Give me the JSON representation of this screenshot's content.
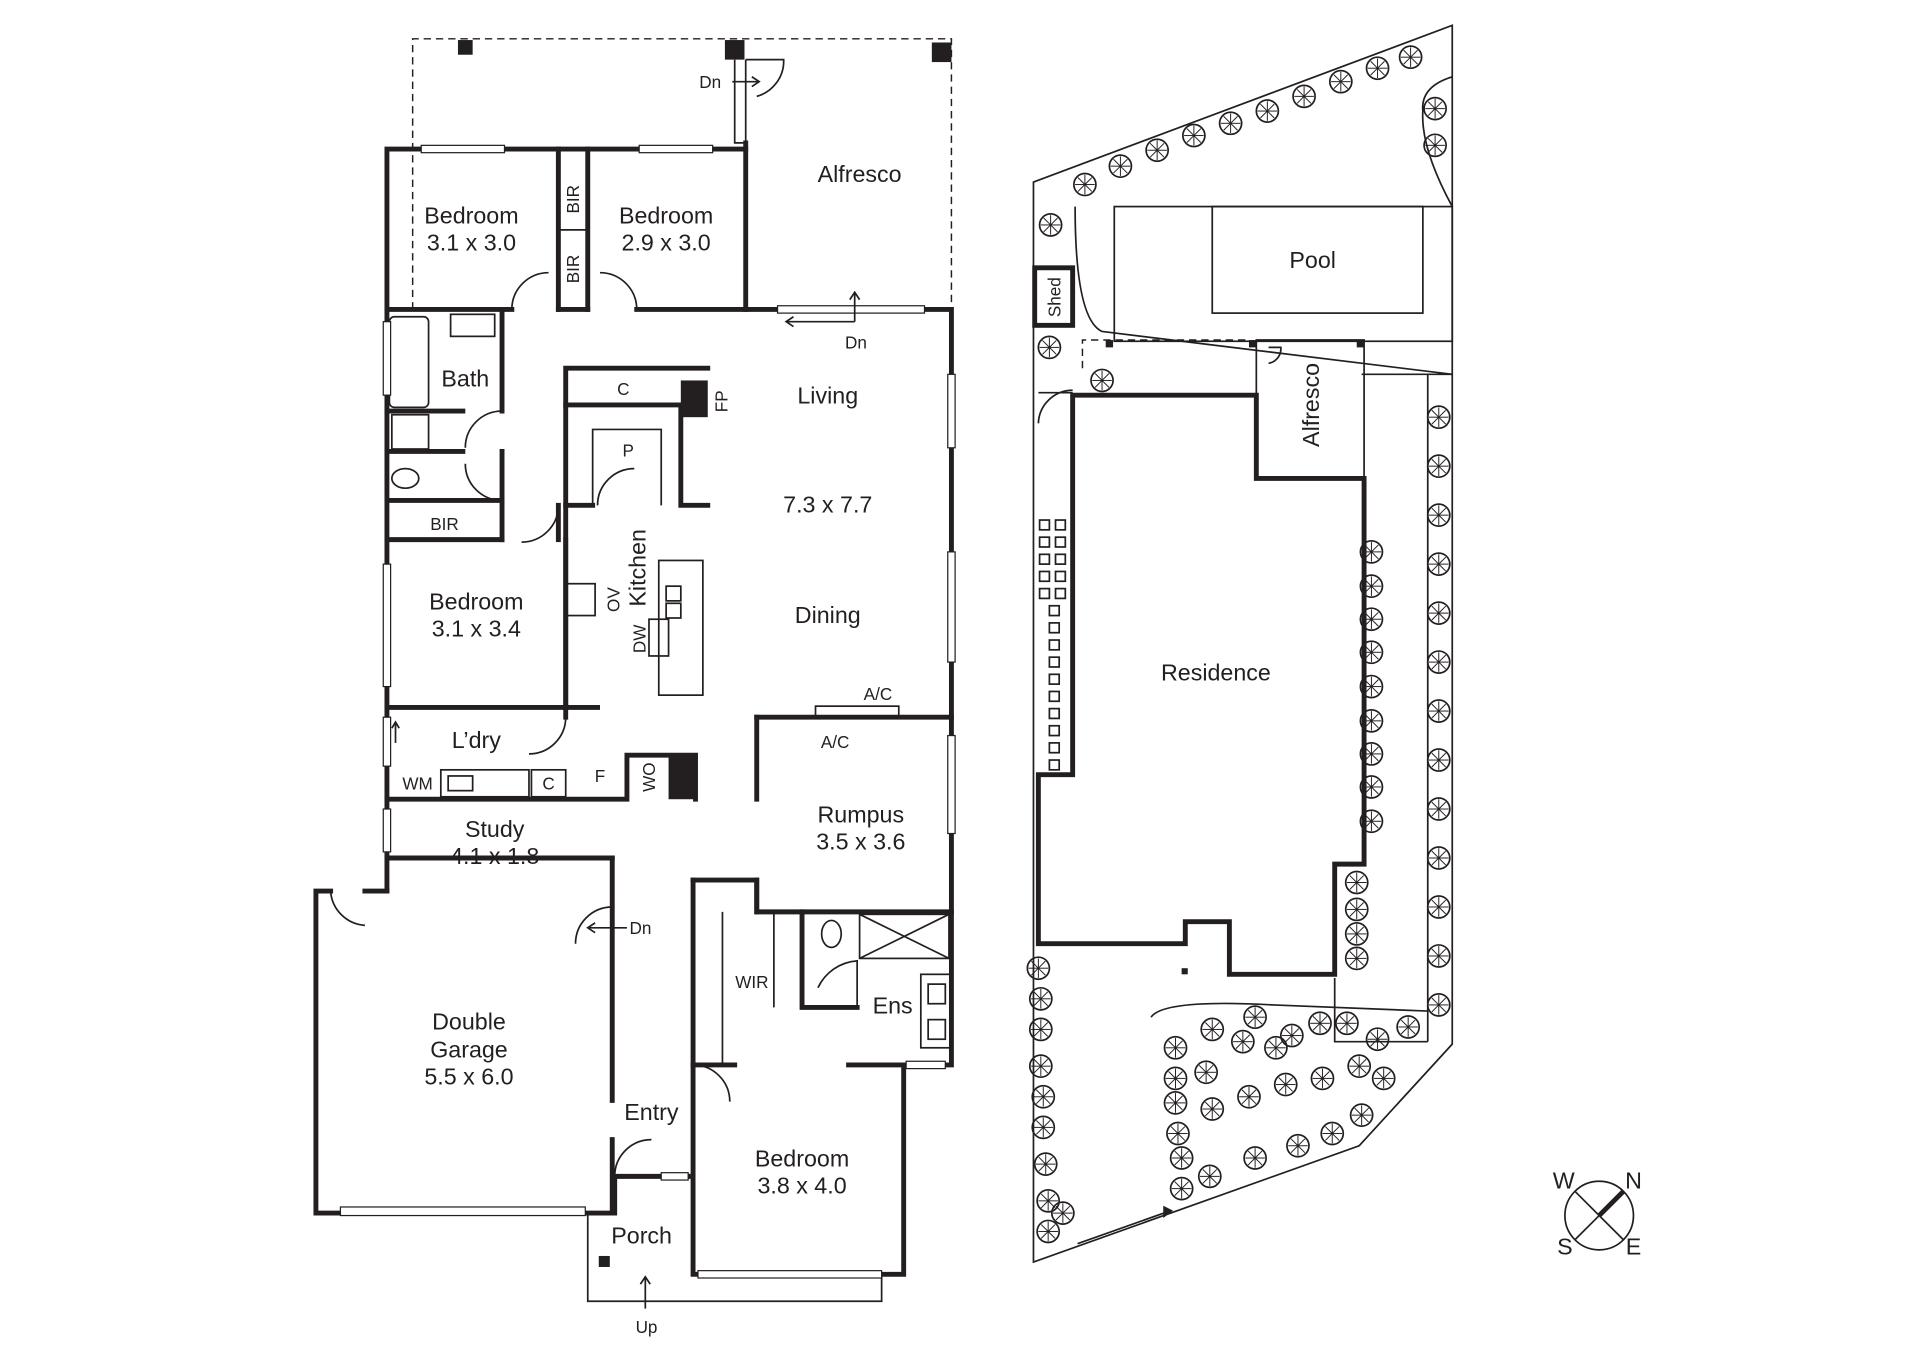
{
  "floor_plan": {
    "rooms": {
      "bed1": {
        "name": "Bedroom",
        "size": "3.1 x 3.0"
      },
      "bed2": {
        "name": "Bedroom",
        "size": "2.9 x 3.0"
      },
      "bir1": "BIR",
      "bir2": "BIR",
      "bir3": "BIR",
      "alfresco": "Alfresco",
      "bath": "Bath",
      "c1": "C",
      "fp": "FP",
      "p": "P",
      "living": "Living",
      "living_size": "7.3 x 7.7",
      "dining": "Dining",
      "kitchen": "Kitchen",
      "ov": "OV",
      "dw": "DW",
      "bed3": {
        "name": "Bedroom",
        "size": "3.1 x 3.4"
      },
      "ac1": "A/C",
      "ac2": "A/C",
      "laundry": "L’dry",
      "wm": "WM",
      "c2": "C",
      "f": "F",
      "wo": "WO",
      "rumpus": {
        "name": "Rumpus",
        "size": "3.5 x 3.6"
      },
      "study": {
        "name": "Study",
        "size": "4.1 x 1.8"
      },
      "garage": {
        "line1": "Double",
        "line2": "Garage",
        "size": "5.5 x 6.0"
      },
      "wir": "WIR",
      "ens": "Ens",
      "entry": "Entry",
      "bed4": {
        "name": "Bedroom",
        "size": "3.8 x 4.0"
      },
      "porch": "Porch",
      "dn1": "Dn",
      "dn2": "Dn",
      "dn3": "Dn",
      "up": "Up"
    }
  },
  "site_plan": {
    "pool": "Pool",
    "shed": "Shed",
    "alfresco": "Alfresco",
    "residence": "Residence"
  },
  "compass": {
    "w": "W",
    "n": "N",
    "s": "S",
    "e": "E"
  }
}
